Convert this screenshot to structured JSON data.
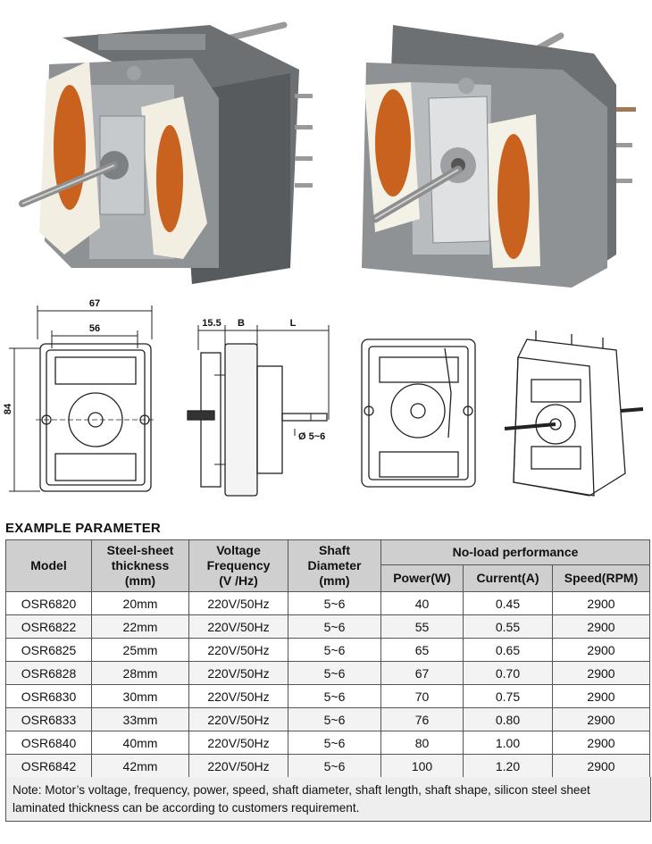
{
  "dimensions": {
    "width_67": "67",
    "width_56": "56",
    "height_84": "84",
    "side_15_5": "15.5",
    "side_b": "B",
    "side_l": "L",
    "shaft_dia": "Ø 5~6"
  },
  "section_title": "EXAMPLE PARAMETER",
  "table": {
    "headers": {
      "model": "Model",
      "steel_l1": "Steel-sheet",
      "steel_l2": "thickness",
      "steel_l3": "(mm)",
      "voltage_l1": "Voltage",
      "voltage_l2": "Frequency",
      "voltage_l3": "(V /Hz)",
      "shaft_l1": "Shaft",
      "shaft_l2": "Diameter",
      "shaft_l3": "(mm)",
      "noload": "No-load performance",
      "power": "Power(W)",
      "current": "Current(A)",
      "speed": "Speed(RPM)"
    },
    "rows": [
      {
        "model": "OSR6820",
        "thickness": "20mm",
        "voltage": "220V/50Hz",
        "shaft": "5~6",
        "power": "40",
        "current": "0.45",
        "speed": "2900"
      },
      {
        "model": "OSR6822",
        "thickness": "22mm",
        "voltage": "220V/50Hz",
        "shaft": "5~6",
        "power": "55",
        "current": "0.55",
        "speed": "2900"
      },
      {
        "model": "OSR6825",
        "thickness": "25mm",
        "voltage": "220V/50Hz",
        "shaft": "5~6",
        "power": "65",
        "current": "0.65",
        "speed": "2900"
      },
      {
        "model": "OSR6828",
        "thickness": "28mm",
        "voltage": "220V/50Hz",
        "shaft": "5~6",
        "power": "67",
        "current": "0.70",
        "speed": "2900"
      },
      {
        "model": "OSR6830",
        "thickness": "30mm",
        "voltage": "220V/50Hz",
        "shaft": "5~6",
        "power": "70",
        "current": "0.75",
        "speed": "2900"
      },
      {
        "model": "OSR6833",
        "thickness": "33mm",
        "voltage": "220V/50Hz",
        "shaft": "5~6",
        "power": "76",
        "current": "0.80",
        "speed": "2900"
      },
      {
        "model": "OSR6840",
        "thickness": "40mm",
        "voltage": "220V/50Hz",
        "shaft": "5~6",
        "power": "80",
        "current": "1.00",
        "speed": "2900"
      },
      {
        "model": "OSR6842",
        "thickness": "42mm",
        "voltage": "220V/50Hz",
        "shaft": "5~6",
        "power": "100",
        "current": "1.20",
        "speed": "2900"
      }
    ]
  },
  "note": "Note: Motor’s voltage, frequency, power, speed, shaft diameter, shaft length, shaft shape, silicon steel sheet laminated thickness can be according to customers requirement."
}
